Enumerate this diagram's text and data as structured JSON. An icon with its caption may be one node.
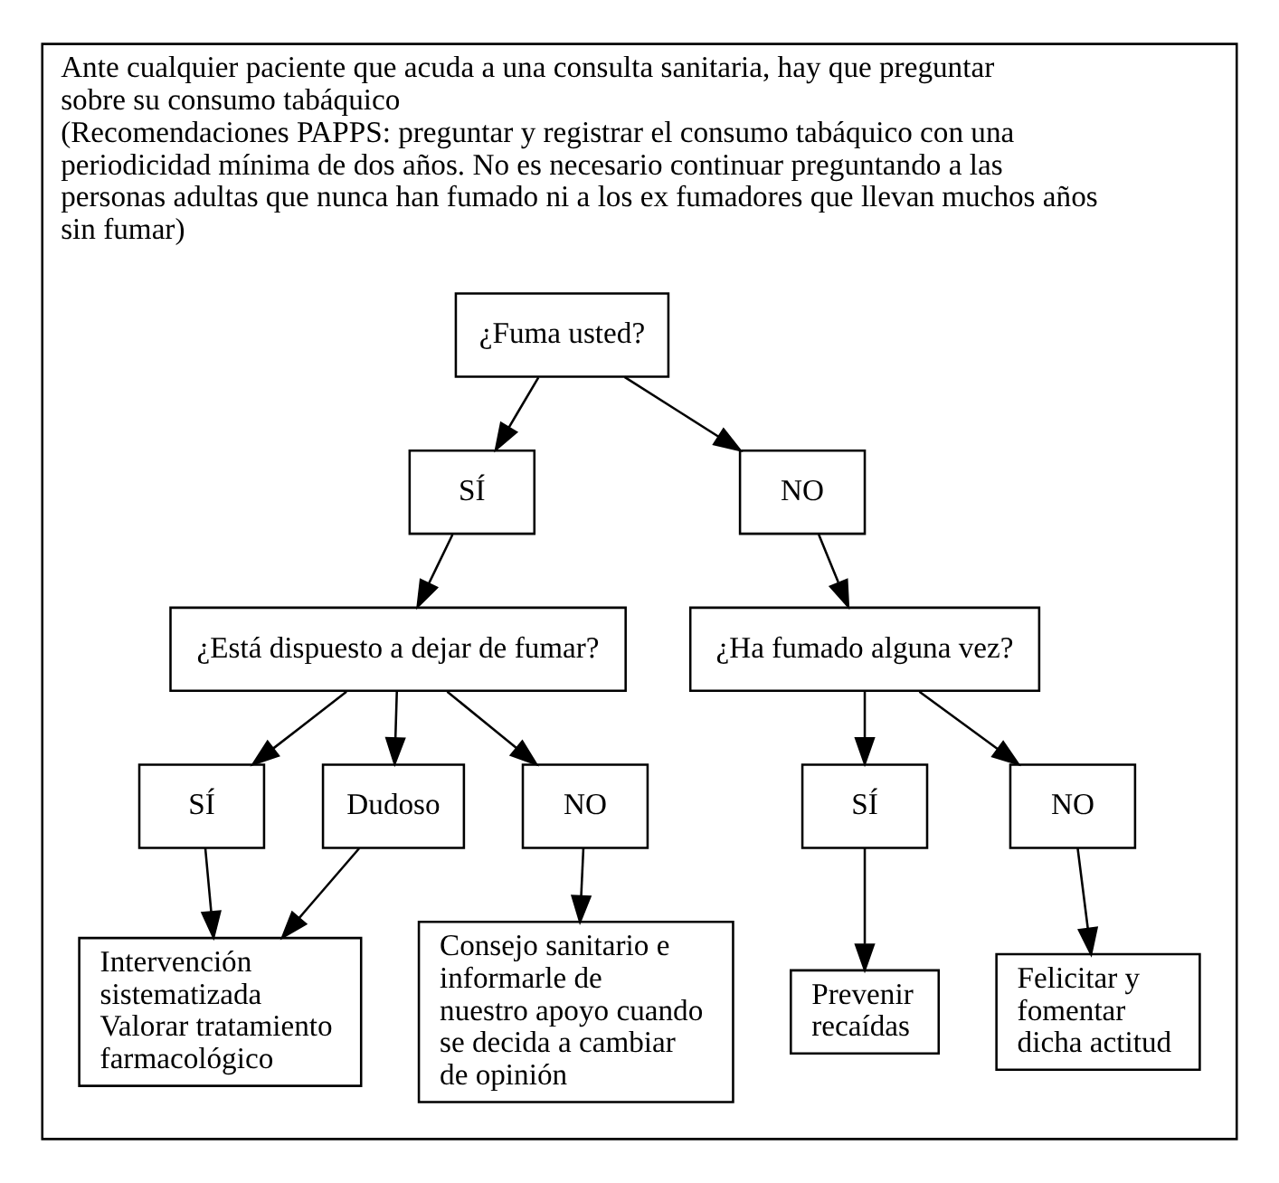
{
  "diagram": {
    "nodes": [
      {
        "text": [
          "Ante cualquier paciente que acuda a una consulta sanitaria, hay que preguntar sobre su consumo tabáquico",
          "(Recomendaciones PAPPS: preguntar y registrar el consumo tabáquico con una periodicidad mínima de dos años. No es necesario continuar preguntando a las personas adultas que nunca han fumado ni a los ex fumadores que llevan muchos años sin fumar)"
        ]
      },
      {
        "text": [
          "¿Fuma usted?"
        ],
        "in": 0
      },
      {
        "text": [
          "SÍ"
        ],
        "in": 0
      },
      {
        "text": [
          "NO"
        ],
        "in": 0
      },
      {
        "text": [
          "¿Está dispuesto a dejar de fumar?"
        ],
        "in": 0
      },
      {
        "text": [
          "¿Ha fumado alguna vez?"
        ],
        "in": 0
      },
      {
        "text": [
          "SÍ"
        ],
        "in": 0
      },
      {
        "text": [
          "Dudoso"
        ],
        "in": 0
      },
      {
        "text": [
          "NO"
        ],
        "in": 0
      },
      {
        "text": [
          "SÍ"
        ],
        "in": 0
      },
      {
        "text": [
          "NO"
        ],
        "in": 0
      },
      {
        "text": [
          "Intervención sistematizada",
          "Valorar tratamiento farmacológico"
        ],
        "in": 0
      },
      {
        "text": [
          "Consejo sanitario e informarle de nuestro apoyo cuando se decida a cambiar de opinión"
        ],
        "in": 0
      },
      {
        "text": [
          "Prevenir recaídas"
        ],
        "in": 0
      },
      {
        "text": [
          "Felicitar y fomentar dicha actitud"
        ],
        "in": 0
      }
    ],
    "edges": [
      {
        "from": 1,
        "to": 2,
        "arrow": "to"
      },
      {
        "from": 1,
        "to": 3,
        "arrow": "to"
      },
      {
        "from": 2,
        "to": 4,
        "arrow": "to"
      },
      {
        "from": 3,
        "to": 5,
        "arrow": "to"
      },
      {
        "from": 4,
        "to": 6,
        "arrow": "to"
      },
      {
        "from": 4,
        "to": 7,
        "arrow": "to"
      },
      {
        "from": 4,
        "to": 8,
        "arrow": "to"
      },
      {
        "from": 5,
        "to": 9,
        "arrow": "to"
      },
      {
        "from": 5,
        "to": 10,
        "arrow": "to"
      },
      {
        "from": 6,
        "to": 11,
        "arrow": "to"
      },
      {
        "from": 7,
        "to": 11,
        "arrow": "to"
      },
      {
        "from": 8,
        "to": 12,
        "arrow": "to"
      },
      {
        "from": 9,
        "to": 13,
        "arrow": "to"
      },
      {
        "from": 10,
        "to": 14,
        "arrow": "to"
      }
    ]
  }
}
